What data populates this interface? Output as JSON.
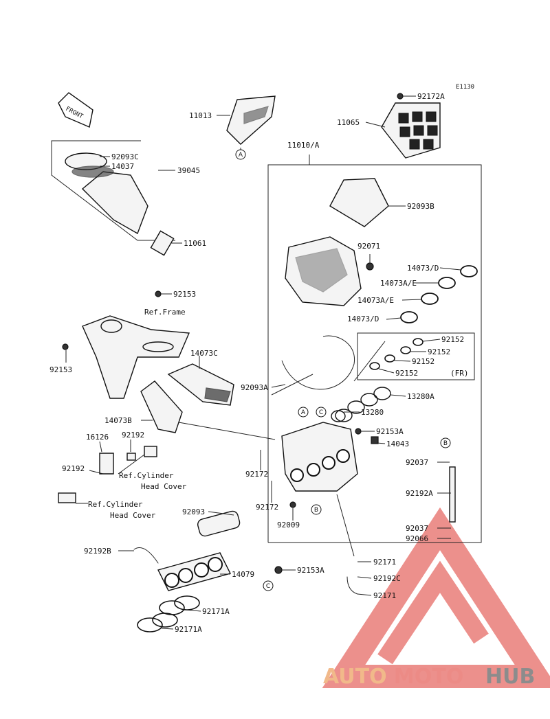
{
  "diagram_code": "E1130",
  "front_label": "FRONT",
  "part_labels": [
    "92172A",
    "11013",
    "11065",
    "11010/A",
    "92093C",
    "14037",
    "39045",
    "92093B",
    "11061",
    "92071",
    "14073/D",
    "14073A/E",
    "14073A/E",
    "92153",
    "Ref.Frame",
    "14073/D",
    "92152",
    "92152",
    "92153",
    "92152",
    "14073C",
    "92152",
    "(FR)",
    "92093A",
    "13280A",
    "13280",
    "14073B",
    "92153A",
    "16126",
    "92192",
    "14043",
    "92037",
    "92192",
    "Ref.Cylinder",
    "Head Cover",
    "92172",
    "92192A",
    "Ref.Cylinder",
    "Head Cover",
    "92172",
    "92009",
    "92093",
    "92037",
    "92066",
    "92192B",
    "92171",
    "92153A",
    "14079",
    "92192C",
    "92171",
    "92171A",
    "92171A"
  ],
  "callouts": [
    "A",
    "A",
    "C",
    "B",
    "B",
    "C"
  ],
  "watermark": {
    "auto": "AUTO",
    "moto": "MOTO",
    "hub": "HUB"
  },
  "colors": {
    "line": "#222222",
    "watermark_red": "#e56b66",
    "watermark_orange": "#f1b98a",
    "watermark_gray": "#8c8c8c"
  }
}
